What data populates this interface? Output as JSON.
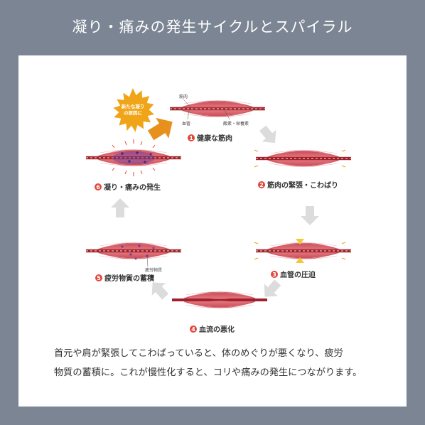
{
  "title": "凝り・痛みの発生サイクルとスパイラル",
  "badge": {
    "line1": "新たな凝り",
    "line2": "の原因に"
  },
  "steps": [
    {
      "num": "1",
      "label": "健康な筋肉"
    },
    {
      "num": "2",
      "label": "筋肉の緊張・こわばり"
    },
    {
      "num": "3",
      "label": "血管の圧迫"
    },
    {
      "num": "4",
      "label": "血流の悪化"
    },
    {
      "num": "5",
      "label": "疲労物質の蓄積"
    },
    {
      "num": "6",
      "label": "凝り・痛みの発生"
    }
  ],
  "annotations": {
    "muscle": "筋肉",
    "vessel": "血管",
    "oxygen": "酸素・栄養素",
    "fatigue": "疲労物質"
  },
  "description": {
    "line1": "首元や肩が緊張してこわばっていると、体のめぐりが悪くなり、疲労",
    "line2": "物質の蓄積に。これが慢性化すると、コリや痛みの発生につながります。"
  },
  "colors": {
    "background": "#7b8594",
    "muscle": "#d95f68",
    "vessel": "#a0202c",
    "number": "#e0463c",
    "arrow_gray": "#dcdcdc",
    "arrow_orange": "#e8901c",
    "fatigue": "#6a3fa0",
    "badge": "#f0a418"
  }
}
